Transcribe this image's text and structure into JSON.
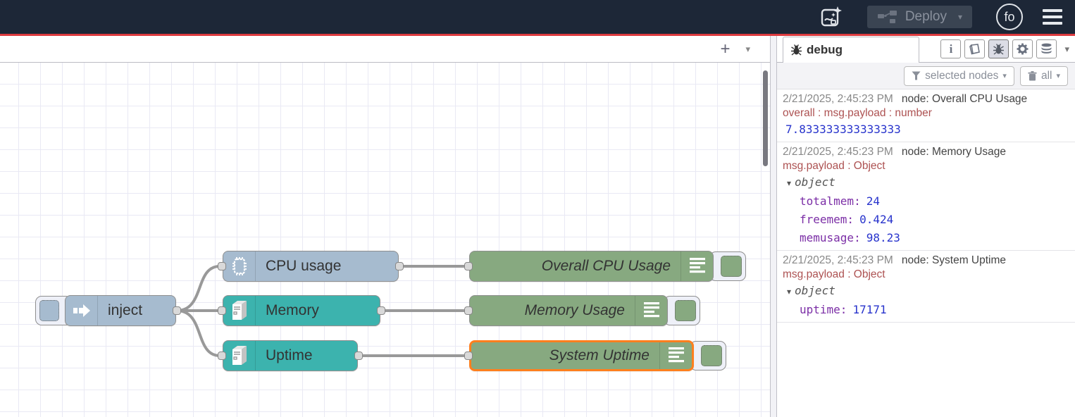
{
  "header": {
    "deploy_label": "Deploy",
    "avatar_text": "fo"
  },
  "icons": {
    "plus": "+",
    "chevron_down": "▾",
    "object_caret": "▾"
  },
  "colors": {
    "header_bg": "#1d2737",
    "accent_red": "#dd3b3f",
    "inject_blue": "#a6bbcf",
    "os_teal": "#3cb3ae",
    "debug_green": "#87a980",
    "selection_orange": "#ff7f1e",
    "wire_gray": "#999999"
  },
  "flow": {
    "nodes": [
      {
        "label": "inject",
        "color": "#a6bbcf"
      },
      {
        "label": "CPU usage",
        "color": "#a6bbcf"
      },
      {
        "label": "Memory",
        "color": "#3cb3ae"
      },
      {
        "label": "Uptime",
        "color": "#3cb3ae"
      },
      {
        "label": "Overall CPU Usage",
        "color": "#87a980"
      },
      {
        "label": "Memory Usage",
        "color": "#87a980"
      },
      {
        "label": "System Uptime",
        "color": "#87a980",
        "selected": true
      }
    ]
  },
  "sidebar": {
    "tab_label": "debug",
    "filter_label": "selected nodes",
    "clear_label": "all",
    "messages": [
      {
        "timestamp": "2/21/2025, 2:45:23 PM",
        "node": "node: Overall CPU Usage",
        "path": "overall : msg.payload : number",
        "value": "7.833333333333333"
      },
      {
        "timestamp": "2/21/2025, 2:45:23 PM",
        "node": "node: Memory Usage",
        "path": "msg.payload : Object",
        "object_label": "object",
        "properties": [
          {
            "key": "totalmem:",
            "value": "24"
          },
          {
            "key": "freemem:",
            "value": "0.424"
          },
          {
            "key": "memusage:",
            "value": "98.23"
          }
        ]
      },
      {
        "timestamp": "2/21/2025, 2:45:23 PM",
        "node": "node: System Uptime",
        "path": "msg.payload : Object",
        "object_label": "object",
        "properties": [
          {
            "key": "uptime:",
            "value": "17171"
          }
        ]
      }
    ]
  }
}
